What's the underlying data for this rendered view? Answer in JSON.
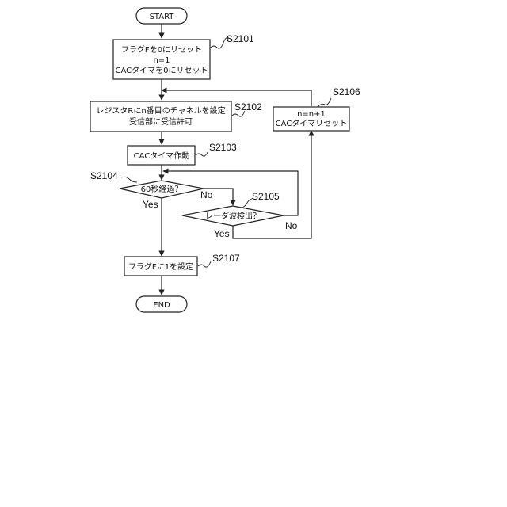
{
  "nodes": {
    "start": "START",
    "s2101": [
      "フラグFを0にリセット",
      "n=1",
      "CACタイマを0にリセット"
    ],
    "s2102": [
      "レジスタRにn番目のチャネルを設定",
      "受信部に受信許可"
    ],
    "s2103": "CACタイマ作動",
    "s2104": "60秒経過？",
    "s2105": "レーダ波検出？",
    "s2106": [
      "n=n+1",
      "CACタイマリセット"
    ],
    "s2107": "フラグFに1を設定",
    "end": "END"
  },
  "step_labels": {
    "s2101": "S2101",
    "s2102": "S2102",
    "s2103": "S2103",
    "s2104": "S2104",
    "s2105": "S2105",
    "s2106": "S2106",
    "s2107": "S2107"
  },
  "branch_labels": {
    "s2104_no": "No",
    "s2104_yes": "Yes",
    "s2105_no": "No",
    "s2105_yes": "Yes"
  }
}
